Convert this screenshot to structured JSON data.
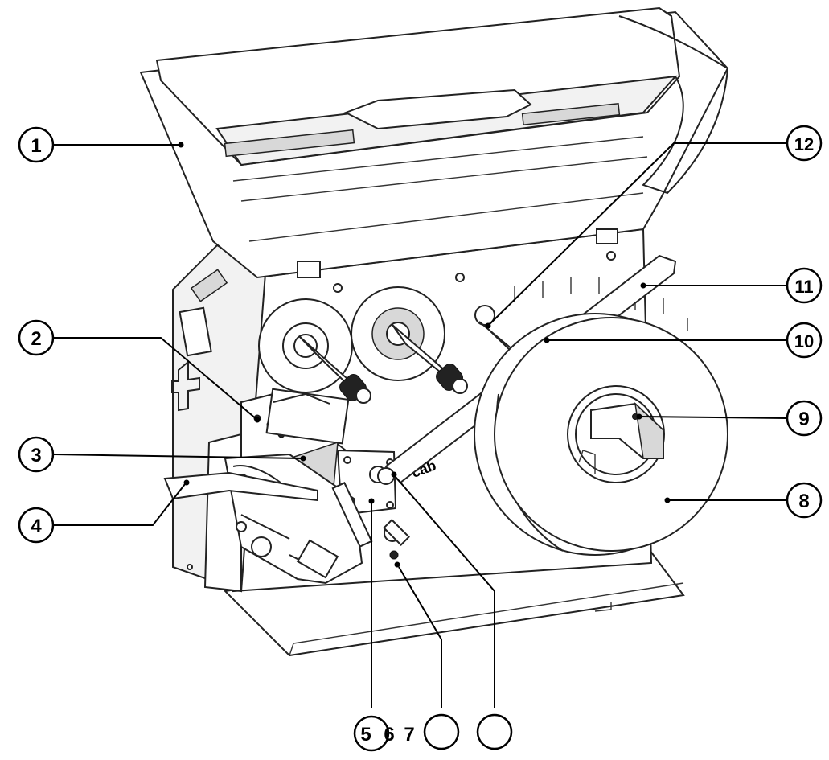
{
  "callouts": [
    {
      "id": "1",
      "label": "1"
    },
    {
      "id": "2",
      "label": "2"
    },
    {
      "id": "3",
      "label": "3"
    },
    {
      "id": "4",
      "label": "4"
    },
    {
      "id": "5",
      "label": "5"
    },
    {
      "id": "6",
      "label": "6"
    },
    {
      "id": "7",
      "label": "7"
    },
    {
      "id": "8",
      "label": "8"
    },
    {
      "id": "9",
      "label": "9"
    },
    {
      "id": "10",
      "label": "10"
    },
    {
      "id": "11",
      "label": "11"
    },
    {
      "id": "12",
      "label": "12"
    }
  ],
  "device": {
    "brand_mark": "cab"
  }
}
